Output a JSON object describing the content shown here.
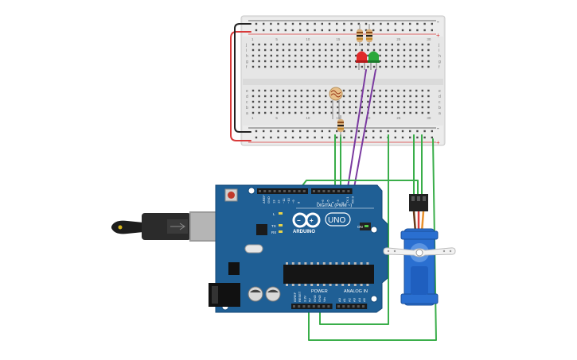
{
  "arduino": {
    "brand_text": "ARDUINO",
    "model_text": "UNO",
    "digital_label": "DIGITAL (PWM ~)",
    "power_label": "POWER",
    "analog_label": "ANALOG IN",
    "led_labels": [
      "L",
      "TX",
      "RX"
    ],
    "on_label": "ON",
    "digital_pins": [
      "AREF",
      "GND",
      "13",
      "12",
      "~11",
      "~10",
      "~9",
      "8",
      "7",
      "~6",
      "~5",
      "4",
      "~3",
      "2",
      "TX 1",
      "RX 0"
    ],
    "power_pins": [
      "IOREF",
      "RESET",
      "3.3V",
      "5V",
      "GND",
      "GND",
      "Vin"
    ],
    "analog_pins": [
      "A0",
      "A1",
      "A2",
      "A3",
      "A4",
      "A5"
    ]
  },
  "breadboard": {
    "rail_plus": "+",
    "rail_minus": "-",
    "row_letters_top": [
      "j",
      "i",
      "h",
      "g",
      "f"
    ],
    "row_letters_bottom": [
      "e",
      "d",
      "c",
      "b",
      "a"
    ],
    "column_numbers": [
      "1",
      "5",
      "10",
      "15",
      "20",
      "25",
      "30"
    ]
  },
  "colors": {
    "board_blue": "#1f5f95",
    "breadboard": "#e9e9e9",
    "wire_green": "#3aae4a",
    "wire_purple": "#7a3aa0",
    "wire_red": "#d83a3a",
    "wire_black": "#222222",
    "led_red": "#e02a2a",
    "led_green": "#2aa83a",
    "servo_blue": "#2a6fd0"
  },
  "icons": {
    "usb": "usb-cable-icon",
    "servo": "servo-motor-icon",
    "photoresistor": "photoresistor-icon"
  }
}
